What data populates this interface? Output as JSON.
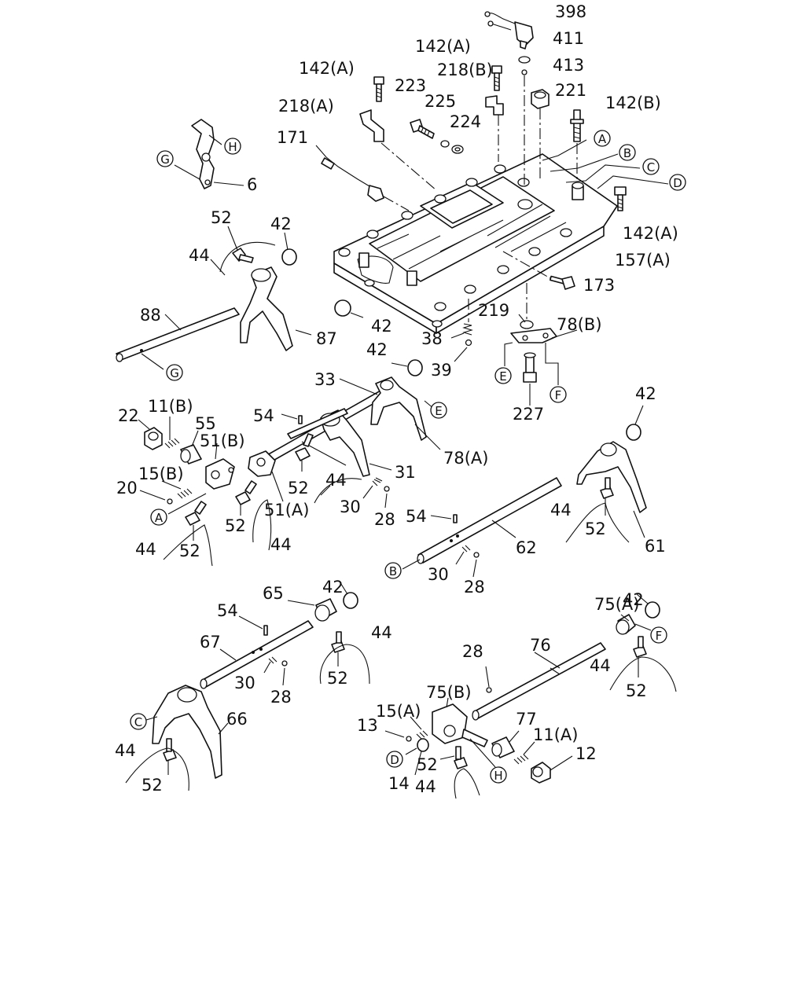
{
  "diagram": {
    "labels": [
      {
        "id": "398",
        "text": "398"
      },
      {
        "id": "411",
        "text": "411"
      },
      {
        "id": "413",
        "text": "413"
      },
      {
        "id": "142a-top",
        "text": "142(A)"
      },
      {
        "id": "218b",
        "text": "218(B)"
      },
      {
        "id": "142a-left",
        "text": "142(A)"
      },
      {
        "id": "223",
        "text": "223"
      },
      {
        "id": "225",
        "text": "225"
      },
      {
        "id": "221",
        "text": "221"
      },
      {
        "id": "142b",
        "text": "142(B)"
      },
      {
        "id": "218a",
        "text": "218(A)"
      },
      {
        "id": "224",
        "text": "224"
      },
      {
        "id": "171",
        "text": "171"
      },
      {
        "id": "6",
        "text": "6"
      },
      {
        "id": "52-a",
        "text": "52"
      },
      {
        "id": "42-a",
        "text": "42"
      },
      {
        "id": "142a-right",
        "text": "142(A)"
      },
      {
        "id": "44-a",
        "text": "44"
      },
      {
        "id": "157a",
        "text": "157(A)"
      },
      {
        "id": "88",
        "text": "88"
      },
      {
        "id": "173",
        "text": "173"
      },
      {
        "id": "42-b",
        "text": "42"
      },
      {
        "id": "219",
        "text": "219"
      },
      {
        "id": "78b",
        "text": "78(B)"
      },
      {
        "id": "87",
        "text": "87"
      },
      {
        "id": "38",
        "text": "38"
      },
      {
        "id": "42-c",
        "text": "42"
      },
      {
        "id": "39",
        "text": "39"
      },
      {
        "id": "33",
        "text": "33"
      },
      {
        "id": "22",
        "text": "22"
      },
      {
        "id": "11b",
        "text": "11(B)"
      },
      {
        "id": "54-a",
        "text": "54"
      },
      {
        "id": "227",
        "text": "227"
      },
      {
        "id": "55",
        "text": "55"
      },
      {
        "id": "51b",
        "text": "51(B)"
      },
      {
        "id": "42-d",
        "text": "42"
      },
      {
        "id": "78a",
        "text": "78(A)"
      },
      {
        "id": "15b",
        "text": "15(B)"
      },
      {
        "id": "31",
        "text": "31"
      },
      {
        "id": "20",
        "text": "20"
      },
      {
        "id": "52-b",
        "text": "52"
      },
      {
        "id": "44-b",
        "text": "44"
      },
      {
        "id": "30-a",
        "text": "30"
      },
      {
        "id": "51a",
        "text": "51(A)"
      },
      {
        "id": "28-a",
        "text": "28"
      },
      {
        "id": "54-b",
        "text": "54"
      },
      {
        "id": "44-c",
        "text": "44"
      },
      {
        "id": "52-c",
        "text": "52"
      },
      {
        "id": "44-d",
        "text": "44"
      },
      {
        "id": "52-d",
        "text": "52"
      },
      {
        "id": "44-e",
        "text": "44"
      },
      {
        "id": "62",
        "text": "62"
      },
      {
        "id": "52-e",
        "text": "52"
      },
      {
        "id": "61",
        "text": "61"
      },
      {
        "id": "30-b",
        "text": "30"
      },
      {
        "id": "28-b",
        "text": "28"
      },
      {
        "id": "42-e",
        "text": "42"
      },
      {
        "id": "65",
        "text": "65"
      },
      {
        "id": "42-f",
        "text": "42"
      },
      {
        "id": "54-c",
        "text": "54"
      },
      {
        "id": "75a",
        "text": "75(A)"
      },
      {
        "id": "44-f",
        "text": "44"
      },
      {
        "id": "67",
        "text": "67"
      },
      {
        "id": "28-c",
        "text": "28"
      },
      {
        "id": "76",
        "text": "76"
      },
      {
        "id": "30-c",
        "text": "30"
      },
      {
        "id": "28-d",
        "text": "28"
      },
      {
        "id": "52-f",
        "text": "52"
      },
      {
        "id": "44-g",
        "text": "44"
      },
      {
        "id": "52-g",
        "text": "52"
      },
      {
        "id": "75b",
        "text": "75(B)"
      },
      {
        "id": "66",
        "text": "66"
      },
      {
        "id": "15a",
        "text": "15(A)"
      },
      {
        "id": "13",
        "text": "13"
      },
      {
        "id": "77",
        "text": "77"
      },
      {
        "id": "11a",
        "text": "11(A)"
      },
      {
        "id": "44-h",
        "text": "44"
      },
      {
        "id": "12",
        "text": "12"
      },
      {
        "id": "52-h",
        "text": "52"
      },
      {
        "id": "52-i",
        "text": "52"
      },
      {
        "id": "14",
        "text": "14"
      },
      {
        "id": "44-i",
        "text": "44"
      }
    ],
    "callouts": [
      {
        "id": "H-top",
        "text": "H"
      },
      {
        "id": "G-top",
        "text": "G"
      },
      {
        "id": "A-top",
        "text": "A"
      },
      {
        "id": "B-top",
        "text": "B"
      },
      {
        "id": "C-top",
        "text": "C"
      },
      {
        "id": "D-top",
        "text": "D"
      },
      {
        "id": "G-shaft",
        "text": "G"
      },
      {
        "id": "E-lower",
        "text": "E"
      },
      {
        "id": "F-lower",
        "text": "F"
      },
      {
        "id": "E-fork",
        "text": "E"
      },
      {
        "id": "A-left",
        "text": "A"
      },
      {
        "id": "B-shaft",
        "text": "B"
      },
      {
        "id": "F-right",
        "text": "F"
      },
      {
        "id": "C-fork",
        "text": "C"
      },
      {
        "id": "D-bottom",
        "text": "D"
      },
      {
        "id": "H-bottom",
        "text": "H"
      }
    ]
  }
}
